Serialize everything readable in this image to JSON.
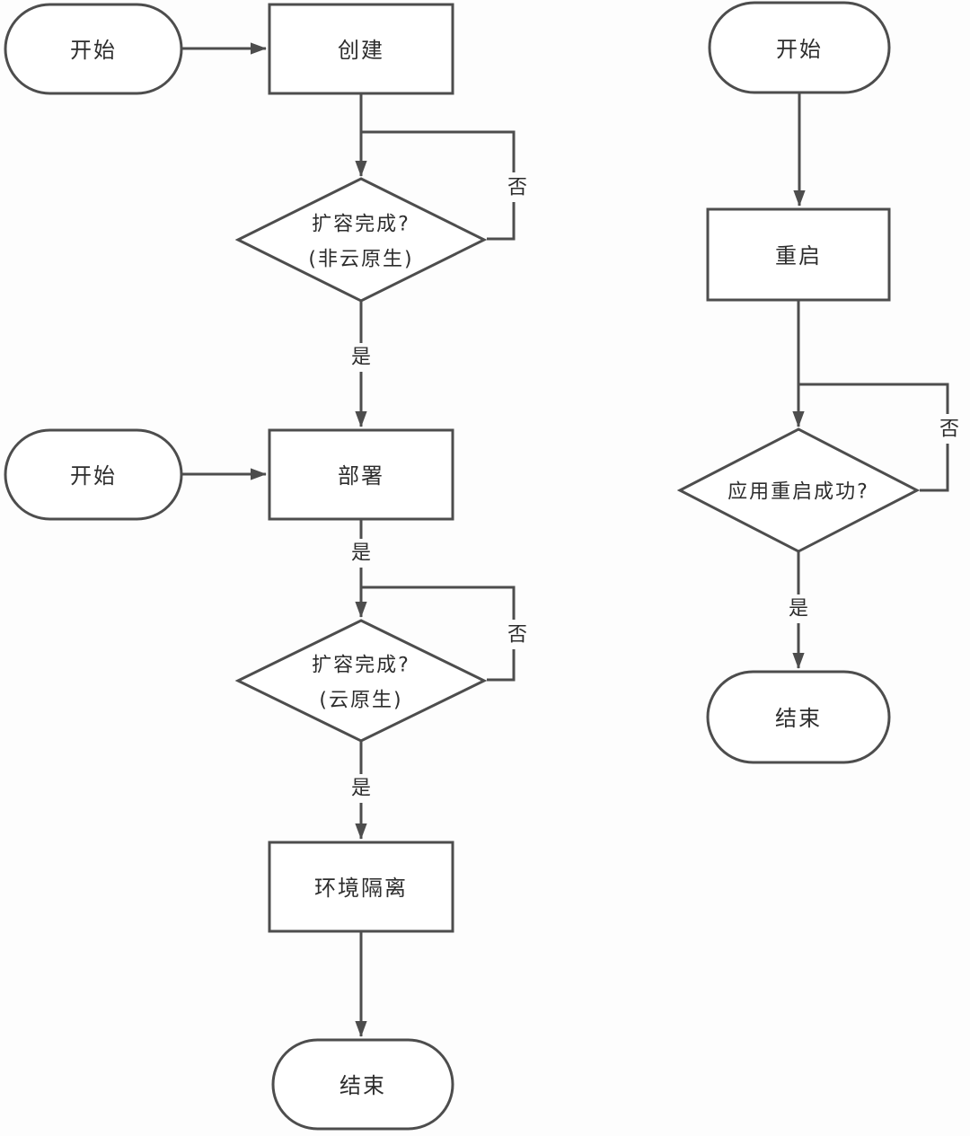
{
  "flowcharts": {
    "left": {
      "start_top": {
        "label": "开始"
      },
      "create": {
        "label": "创建"
      },
      "decision_noncloud": {
        "line1": "扩容完成?",
        "line2": "(非云原生)"
      },
      "edge_no_1": "否",
      "edge_yes_1": "是",
      "start_mid": {
        "label": "开始"
      },
      "deploy": {
        "label": "部署"
      },
      "edge_yes_2": "是",
      "decision_cloud": {
        "line1": "扩容完成?",
        "line2": "(云原生)"
      },
      "edge_no_2": "否",
      "edge_yes_3": "是",
      "env_isolation": {
        "label": "环境隔离"
      },
      "end": {
        "label": "结束"
      }
    },
    "right": {
      "start": {
        "label": "开始"
      },
      "restart": {
        "label": "重启"
      },
      "decision_restart": {
        "label": "应用重启成功?"
      },
      "edge_no": "否",
      "edge_yes": "是",
      "end": {
        "label": "结束"
      }
    }
  },
  "colors": {
    "line": "#4d4d4d",
    "text": "#2d2d2d",
    "background": "#fdfdfd"
  }
}
